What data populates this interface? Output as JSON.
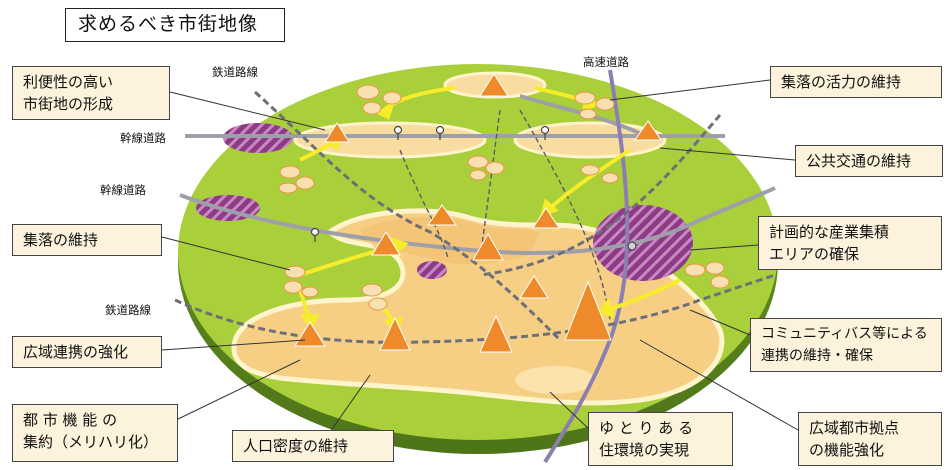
{
  "title": "求めるべき市街地像",
  "road_labels": {
    "railway_top": "鉄道路線",
    "expressway": "高速道路",
    "trunk_road_1": "幹線道路",
    "trunk_road_2": "幹線道路",
    "railway_bottom": "鉄道路線"
  },
  "callouts": {
    "convenient_city": [
      "利便性の高い",
      "市街地の形成"
    ],
    "village_vitality": "集落の活力の維持",
    "public_transport": "公共交通の維持",
    "village_maintain": "集落の維持",
    "industrial_area": [
      "計画的な産業集積",
      "エリアの確保"
    ],
    "regional_link": "広域連携の強化",
    "community_bus": [
      "コミュニティバス等による",
      "連携の維持・確保"
    ],
    "urban_functions": [
      "都 市 機 能 の",
      "集約（メリハリ化）"
    ],
    "population_density": "人口密度の維持",
    "living_env": [
      "ゆ と り あ る",
      "住環境の実現"
    ],
    "hub_strengthen": [
      "広域都市拠点",
      "の機能強化"
    ]
  },
  "colors": {
    "disc_green": "#a9cf3a",
    "disc_edge": "#5f8a20",
    "urban_area": "#f6cf85",
    "urban_edge": "#fff4cc",
    "pyramid": "#ef8a2a",
    "arrow_yellow": "#f6ec2a",
    "industrial_purple": "#8e3a86",
    "road_gray": "#9e9fa8",
    "expressway_purple": "#8a7fb0",
    "label_fill": "#fdf3dc"
  }
}
